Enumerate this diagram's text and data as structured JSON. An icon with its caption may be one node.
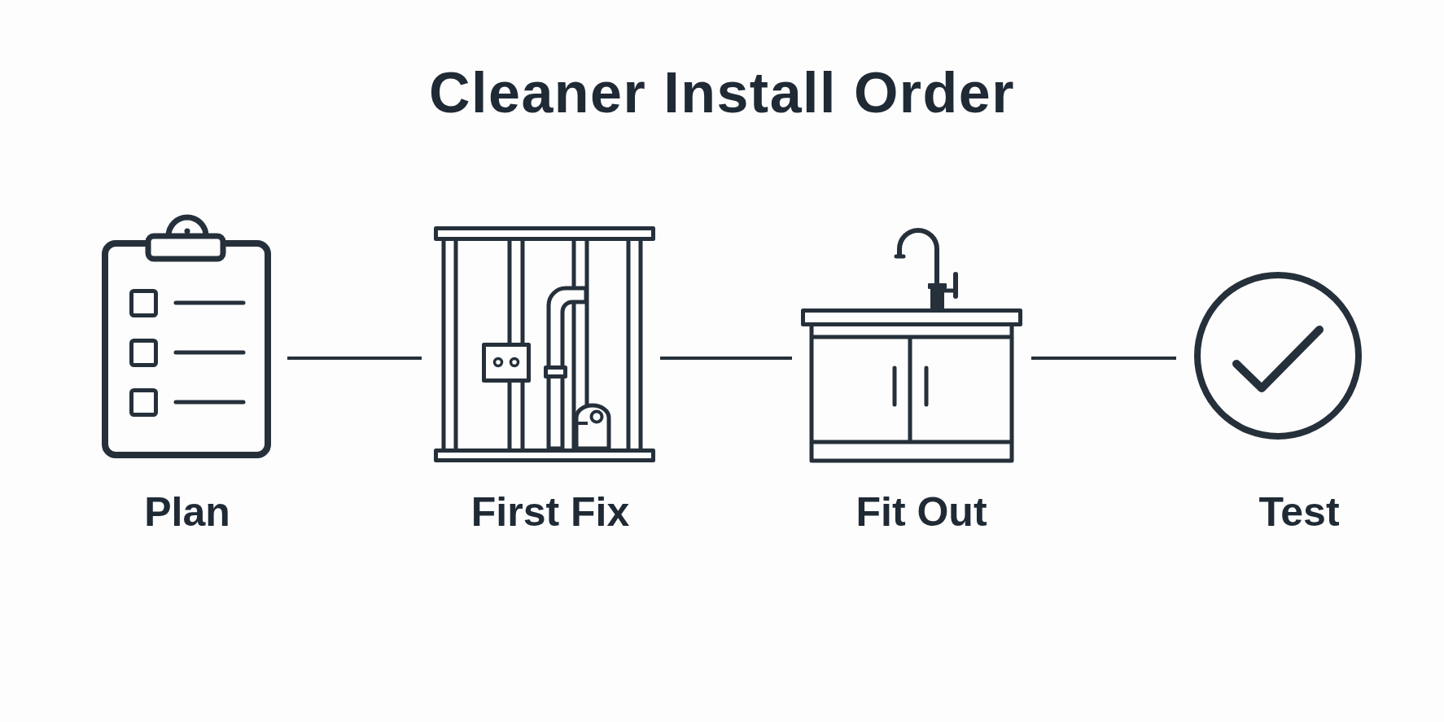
{
  "diagram": {
    "title": "Cleaner Install Order",
    "nodes": [
      {
        "text": [
          "Plan"
        ]
      },
      {
        "text": [
          "First Fix"
        ]
      },
      {
        "text": [
          "Fit Out"
        ]
      },
      {
        "text": [
          "Test"
        ]
      }
    ],
    "edges": [
      {
        "from": 0,
        "to": 1,
        "arrow": "none"
      },
      {
        "from": 1,
        "to": 2,
        "arrow": "none"
      },
      {
        "from": 2,
        "to": 3,
        "arrow": "none"
      }
    ]
  }
}
